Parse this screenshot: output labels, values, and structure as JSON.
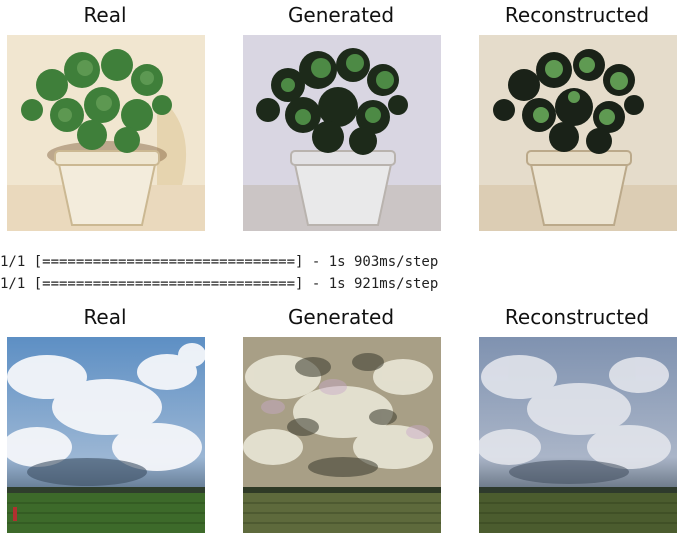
{
  "rows": [
    {
      "titles": [
        "Real",
        "Generated",
        "Reconstructed"
      ],
      "subject": "potted plant painting"
    },
    {
      "titles": [
        "Real",
        "Generated",
        "Reconstructed"
      ],
      "subject": "cloudy sky over field"
    }
  ],
  "log": {
    "line1": "1/1 [==============================] - 1s 903ms/step",
    "line2": "1/1 [==============================] - 1s 921ms/step"
  },
  "colors": {
    "leaf_green": "#3f7f3a",
    "pot_cream": "#ece7d6",
    "sky_blue": "#4a7fb5",
    "field_green": "#2f5a22"
  }
}
